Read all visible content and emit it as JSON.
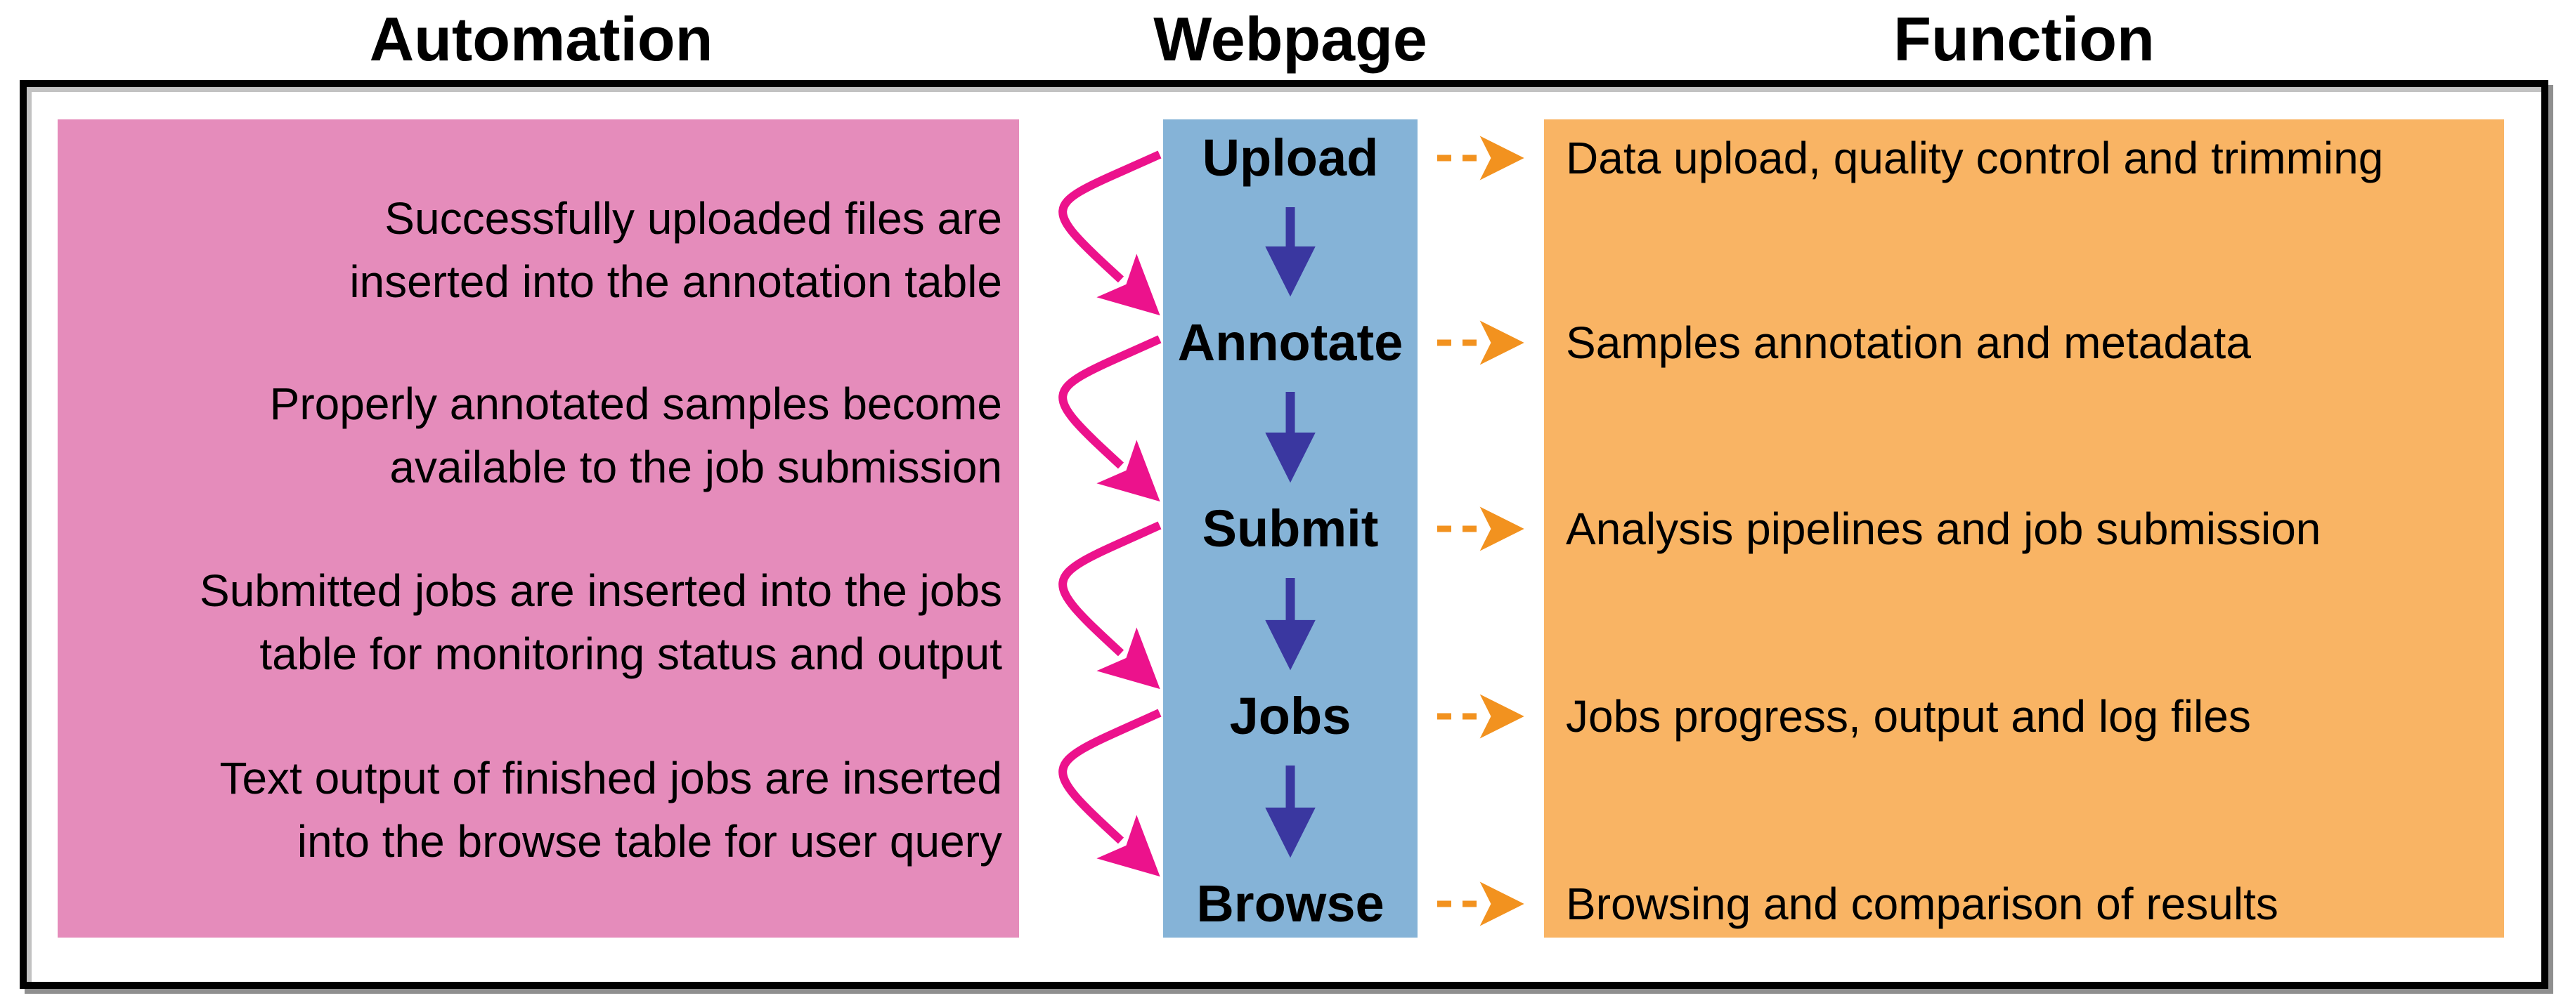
{
  "title_row": {
    "automation": "Automation",
    "webpage": "Webpage",
    "function": "Function"
  },
  "steps": [
    {
      "label": "Upload",
      "function": "Data upload, quality control and trimming"
    },
    {
      "label": "Annotate",
      "function": "Samples annotation and metadata"
    },
    {
      "label": "Submit",
      "function": "Analysis pipelines and job submission"
    },
    {
      "label": "Jobs",
      "function": "Jobs progress, output and log files"
    },
    {
      "label": "Browse",
      "function": "Browsing and comparison of results"
    }
  ],
  "automation_notes": [
    {
      "line1": "Successfully uploaded files are",
      "line2": "inserted into the annotation table"
    },
    {
      "line1": "Properly annotated samples become",
      "line2": "available to the job submission"
    },
    {
      "line1": "Submitted jobs are inserted into the jobs",
      "line2": "table for monitoring status and output"
    },
    {
      "line1": "Text output of finished jobs are inserted",
      "line2": "into the browse table for user query"
    }
  ],
  "colors": {
    "automation-box": "#E58CBB",
    "webpage-box": "#85B3D7",
    "function-box": "#F9B464",
    "automation-arrow": "#EC128C",
    "webpage-arrow": "#3A37A0",
    "function-arrow": "#F2921F",
    "border": "#000000",
    "text": "#000000"
  }
}
